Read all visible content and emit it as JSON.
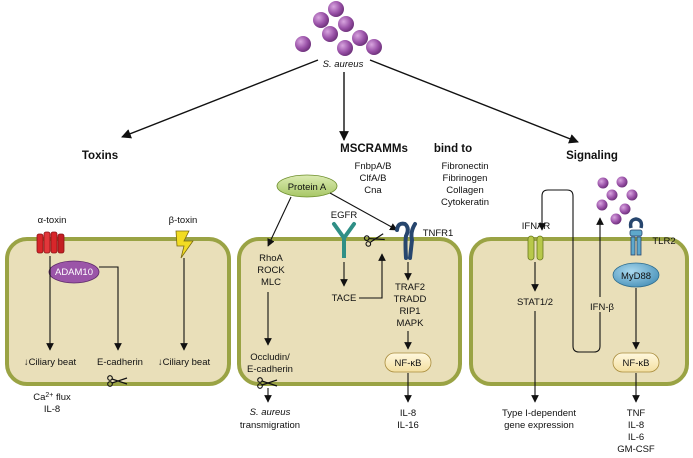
{
  "organism": {
    "name": "S. aureus"
  },
  "columns": {
    "toxins": {
      "header": "Toxins",
      "alpha_toxin": "α-toxin",
      "beta_toxin": "β-toxin",
      "adam10": "ADAM10",
      "ciliary_beat_left": "↓Ciliary beat",
      "ecadherin": "E-cadherin",
      "ciliary_beat_right": "↓Ciliary beat",
      "ca_flux_prefix": "Ca",
      "ca_flux_sup": "2+",
      "ca_flux_suffix": " flux",
      "il8": "IL-8"
    },
    "mscramms": {
      "header": "MSCRAMMs",
      "bind_to": "bind to",
      "adhesins": [
        "FnbpA/B",
        "ClfA/B",
        "Cna"
      ],
      "ligands": [
        "Fibronectin",
        "Fibrinogen",
        "Collagen",
        "Cytokeratin"
      ],
      "protein_a": "Protein A",
      "egfr": "EGFR",
      "tnfr1": "TNFR1",
      "rho": [
        "RhoA",
        "ROCK",
        "MLC"
      ],
      "tace": "TACE",
      "traf": [
        "TRAF2",
        "TRADD",
        "RIP1",
        "MAPK"
      ],
      "occludin": [
        "Occludin/",
        "E-cadherin"
      ],
      "nfkb": "NF-κB",
      "transmigration": [
        "S. aureus",
        "transmigration"
      ],
      "outputs": [
        "IL-8",
        "IL-16"
      ]
    },
    "signaling": {
      "header": "Signaling",
      "ifnar": "IFNAR",
      "tlr2": "TLR2",
      "myd88": "MyD88",
      "stat": "STAT1/2",
      "ifn_beta": "IFN-β",
      "nfkb": "NF-κB",
      "type1": [
        "Type I-dependent",
        "gene expression"
      ],
      "outputs": [
        "TNF",
        "IL-8",
        "IL-6",
        "GM-CSF"
      ]
    }
  },
  "colors": {
    "cell_fill": "#e9dfb9",
    "cell_border": "#9aa344",
    "bacteria": "#9a52a8",
    "toxin_red": "#d8262a",
    "adam_purple": "#9b55a8",
    "protein_a_green": "#b7d27a",
    "egfr_teal": "#2f8f86",
    "tnfr_blue": "#27466e",
    "ifnar_green": "#b8c84a",
    "myd88_blue": "#5ea8cc",
    "lightning_yellow": "#f2dc23"
  }
}
